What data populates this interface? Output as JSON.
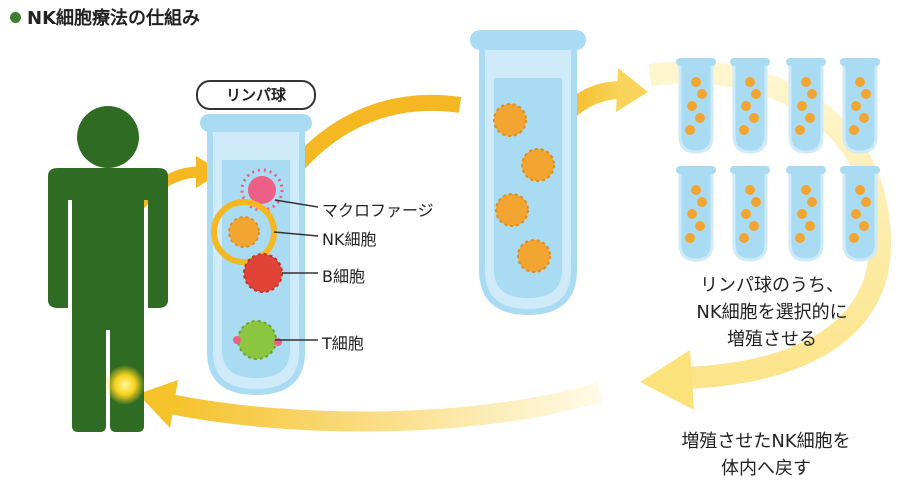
{
  "title": "NK細胞療法の仕組み",
  "tube_label": "リンパ球",
  "cells": {
    "macrophage": "マクロファージ",
    "nk": "NK細胞",
    "b": "B細胞",
    "t": "T細胞"
  },
  "caption_select": [
    "リンパ球のうち、",
    "NK細胞を選択的に",
    "増殖させる"
  ],
  "caption_return": [
    "増殖させたNK細胞を",
    "体内へ戻す"
  ],
  "colors": {
    "body_green": "#2f6b23",
    "tube_blue": "#a9dbf3",
    "arrow_yellow": "#f5c22a",
    "nk_orange": "#f2a531",
    "b_red": "#e04436",
    "t_green": "#8cc540",
    "macrophage_pink": "#ec5f86"
  }
}
